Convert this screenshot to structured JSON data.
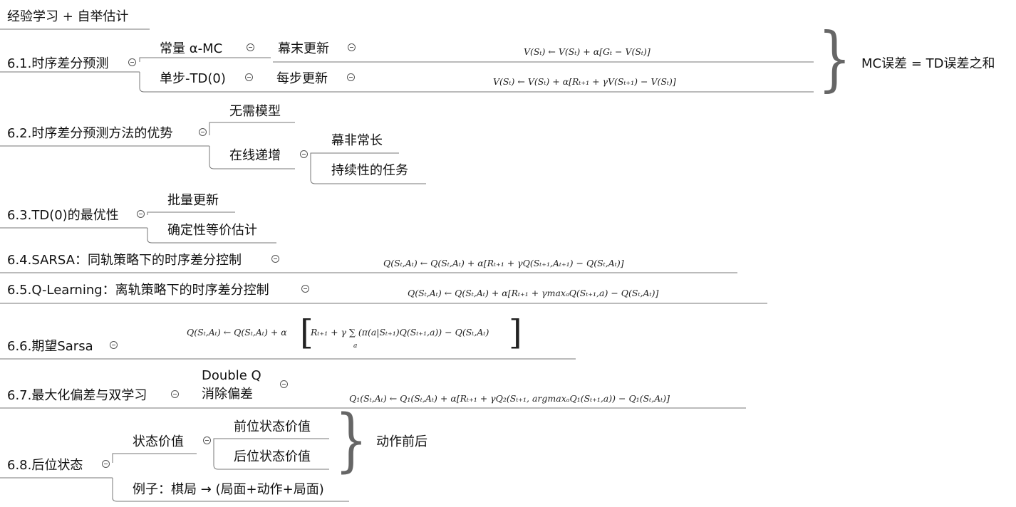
{
  "root": "经验学习 + 自举估计",
  "s61": {
    "title": "6.1.时序差分预测",
    "mc": "常量 α-MC",
    "mc_note": "幕末更新",
    "mc_formula": "V(Sₜ) ← V(Sₜ) + α[Gₜ − V(Sₜ)]",
    "td": "单步-TD(0)",
    "td_note": "每步更新",
    "td_formula": "V(Sₜ) ← V(Sₜ) + α[Rₜ₊₁ + γV(Sₜ₊₁) − V(Sₜ)]",
    "summary": "MC误差 = TD误差之和"
  },
  "s62": {
    "title": "6.2.时序差分预测方法的优势",
    "model_free": "无需模型",
    "online": "在线递增",
    "long_episode": "幕非常长",
    "continuing": "持续性的任务"
  },
  "s63": {
    "title": "6.3.TD(0)的最优性",
    "batch": "批量更新",
    "ce": "确定性等价估计"
  },
  "s64": {
    "title": "6.4.SARSA：同轨策略下的时序差分控制",
    "formula": "Q(Sₜ,Aₜ) ← Q(Sₜ,Aₜ) + α[Rₜ₊₁ + γQ(Sₜ₊₁,Aₜ₊₁) − Q(Sₜ,Aₜ)]"
  },
  "s65": {
    "title": "6.5.Q-Learning：离轨策略下的时序差分控制",
    "formula": "Q(Sₜ,Aₜ) ← Q(Sₜ,Aₜ) + α[Rₜ₊₁ + γmaxₐQ(Sₜ₊₁,a) − Q(Sₜ,Aₜ)]"
  },
  "s66": {
    "title": "6.6.期望Sarsa",
    "formula_left": "Q(Sₜ,Aₜ) ← Q(Sₜ,Aₜ) + α",
    "formula_inner": "Rₜ₊₁ + γ ∑ (π(a|Sₜ₊₁)Q(Sₜ₊₁,a)) − Q(Sₜ,Aₜ)",
    "sum_index": "a"
  },
  "s67": {
    "title": "6.7.最大化偏差与双学习",
    "double_q": "Double Q",
    "debias": "消除偏差",
    "formula": "Q₁(Sₜ,Aₜ) ← Q₁(Sₜ,Aₜ) + α[Rₜ₊₁ + γQ₂(Sₜ₊₁, argmaxₐQ₁(Sₜ₊₁,a)) − Q₁(Sₜ,Aₜ)]"
  },
  "s68": {
    "title": "6.8.后位状态",
    "state_value": "状态价值",
    "pre": "前位状态价值",
    "post": "后位状态价值",
    "before_after": "动作前后",
    "example": "例子：棋局 → (局面+动作+局面)"
  }
}
